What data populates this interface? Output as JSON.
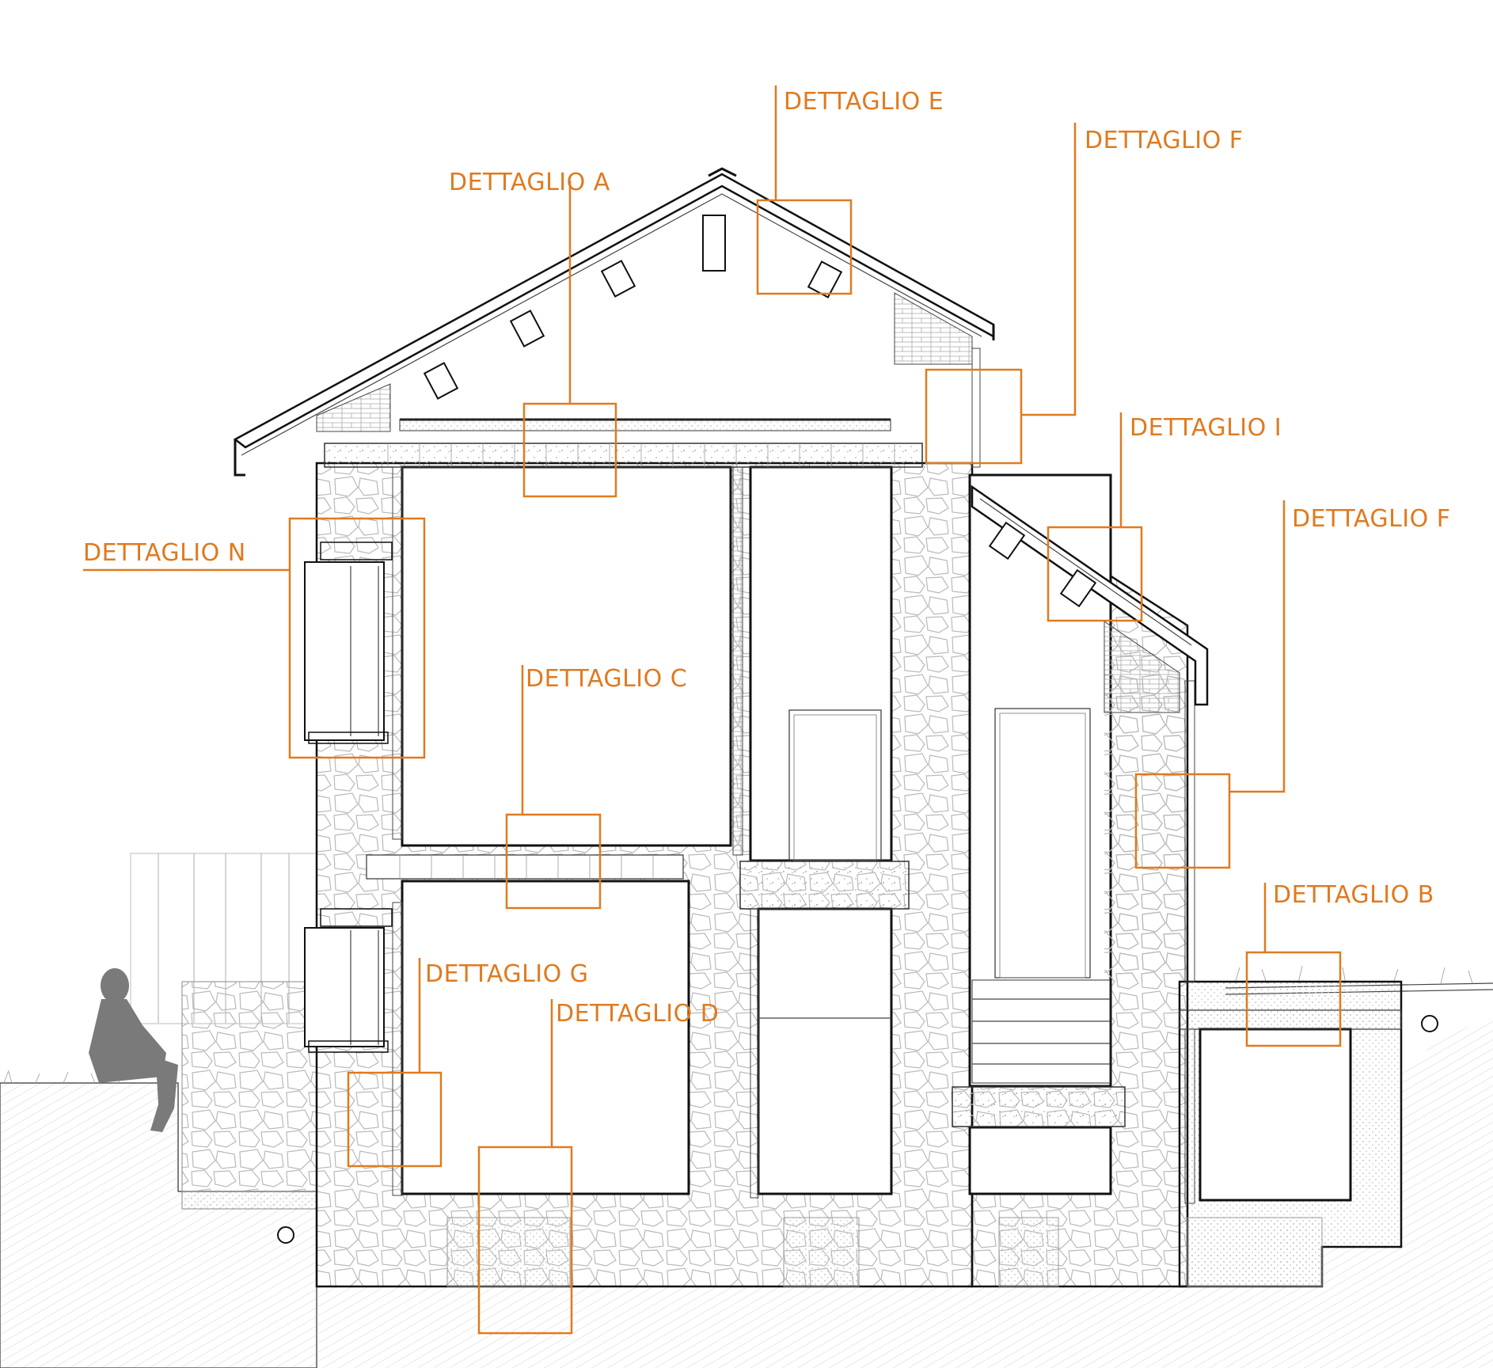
{
  "detail_labels": {
    "a": "DETTAGLIO A",
    "b": "DETTAGLIO B",
    "c": "DETTAGLIO C",
    "d": "DETTAGLIO D",
    "e": "DETTAGLIO E",
    "f1": "DETTAGLIO F",
    "f2": "DETTAGLIO F",
    "g": "DETTAGLIO G",
    "i": "DETTAGLIO I",
    "n": "DETTAGLIO N"
  },
  "colors": {
    "callout": "#e07a1f",
    "line": "#111111",
    "stone": "#b9b9b9",
    "background": "#ffffff",
    "person": "#7a7a7a"
  },
  "icons": {
    "person": "seated-person-silhouette",
    "drain": "drain-pipe-circle"
  }
}
